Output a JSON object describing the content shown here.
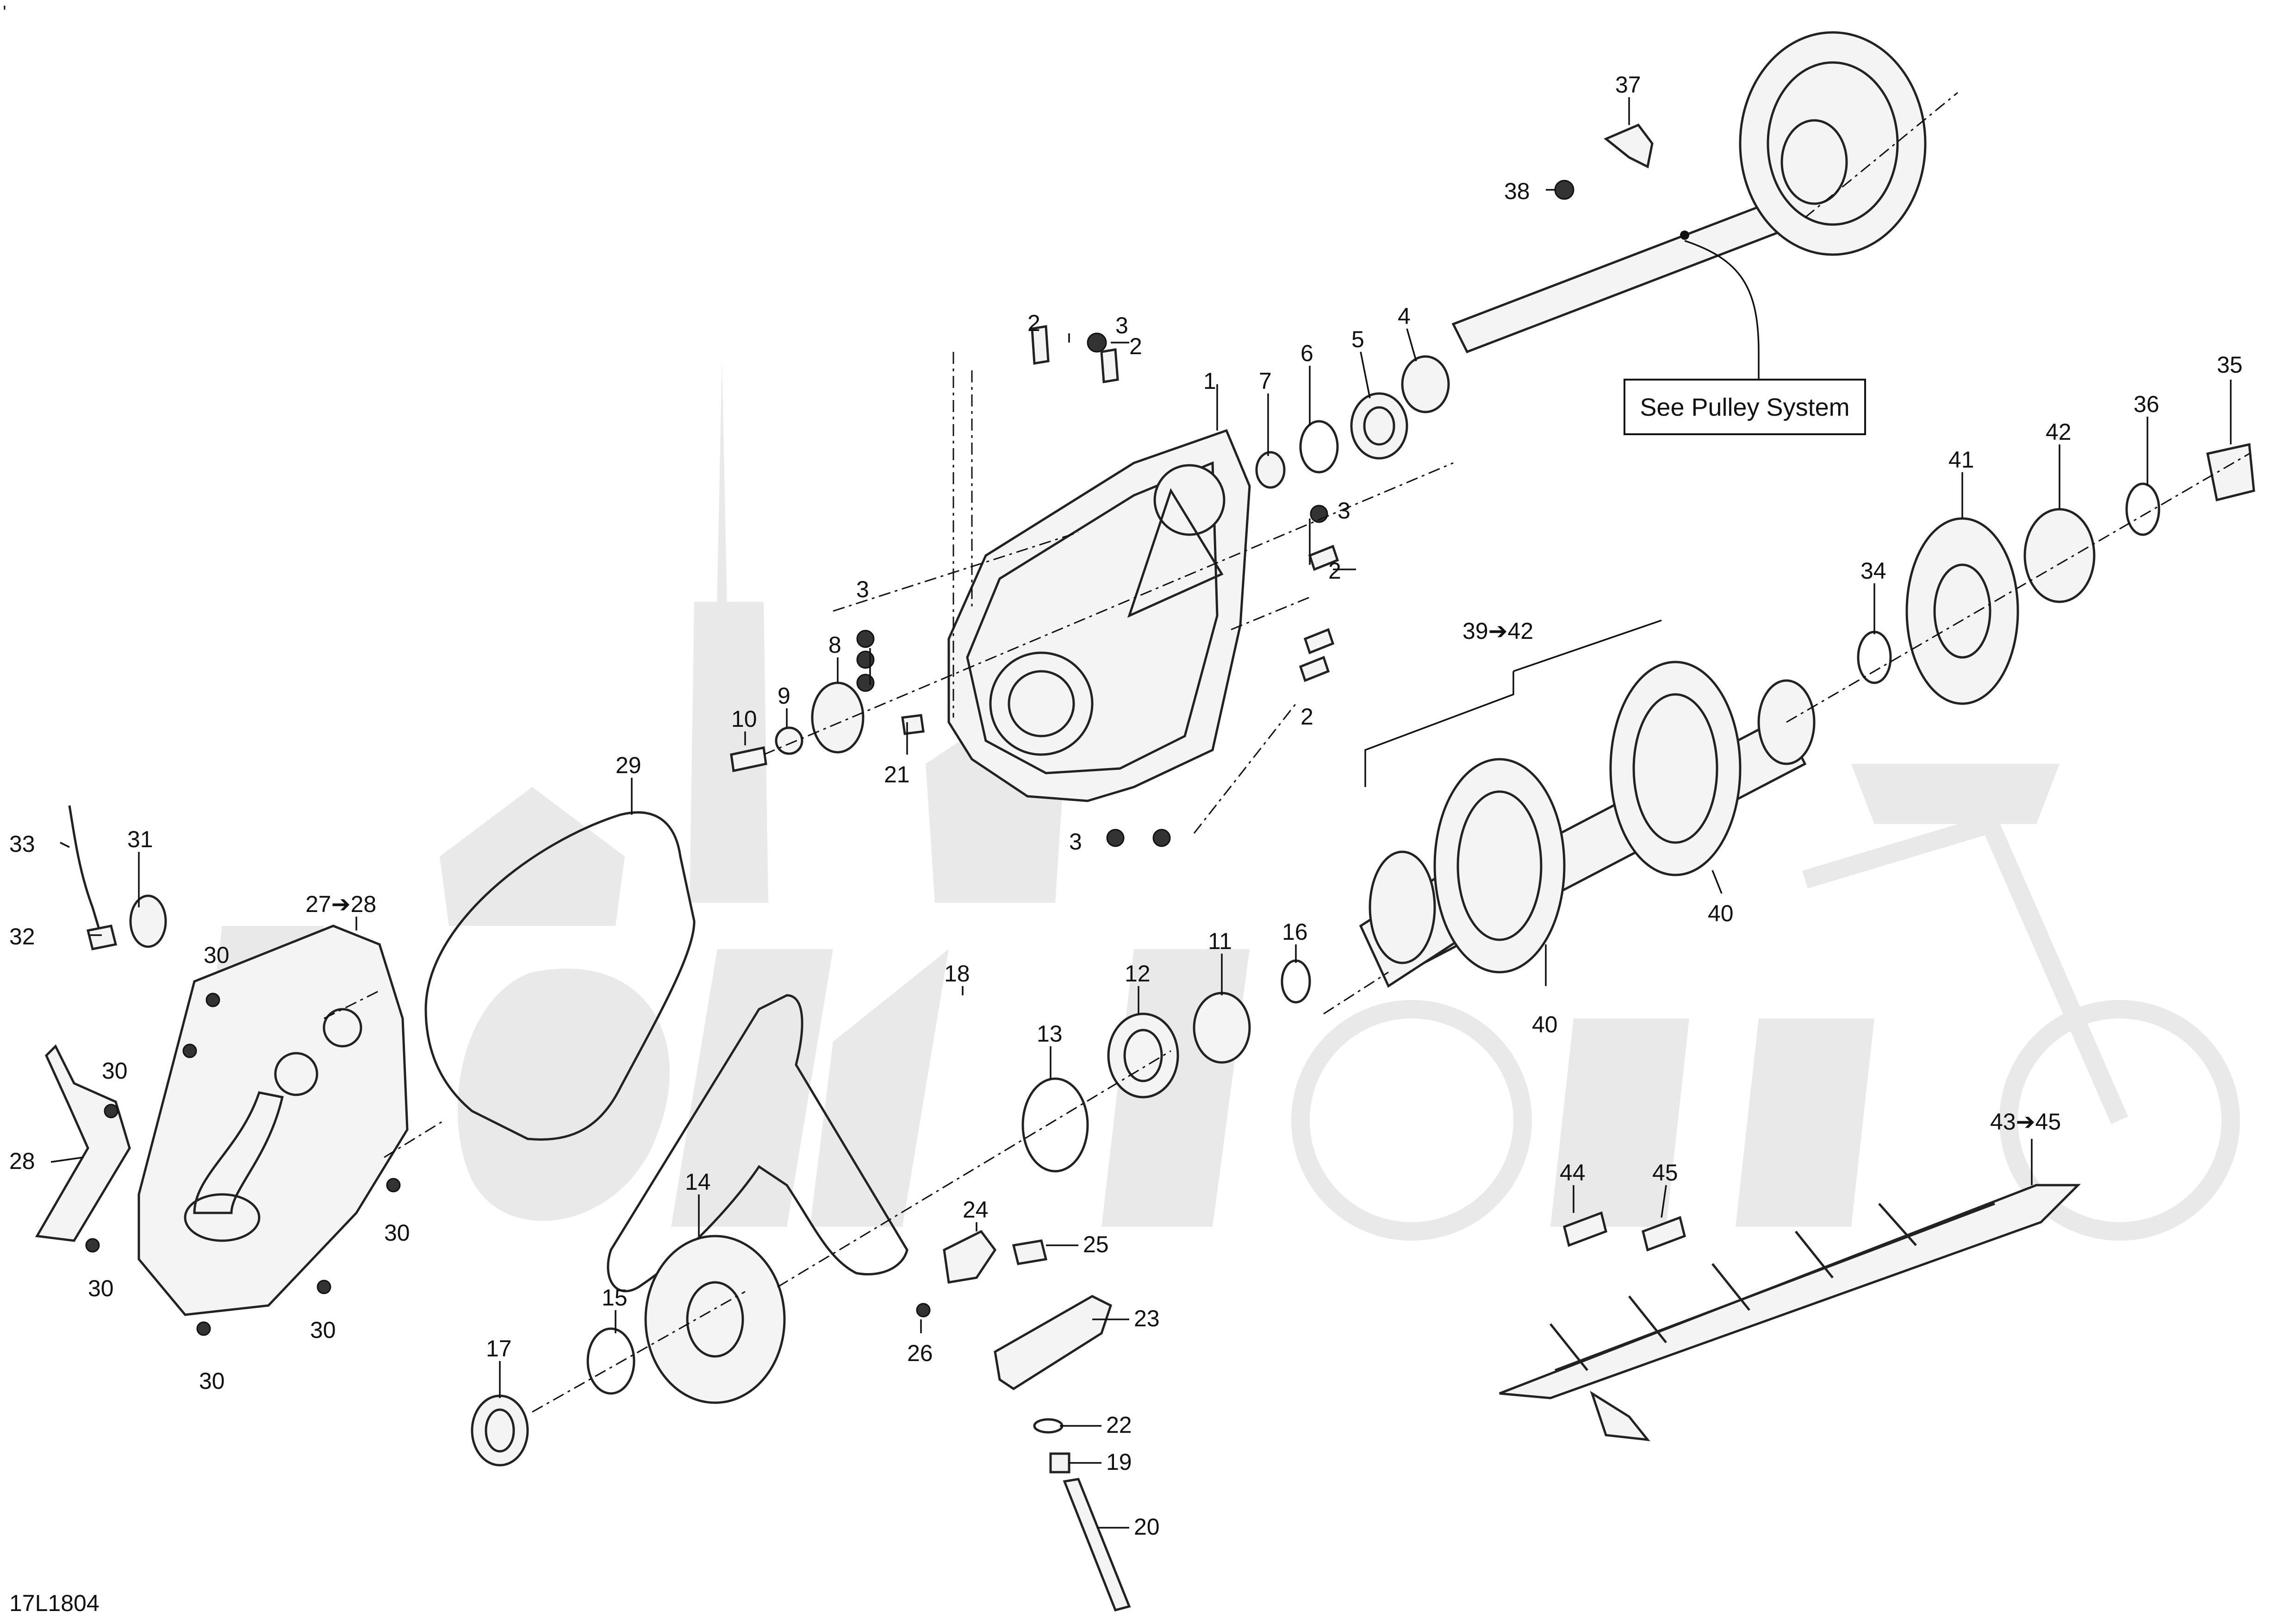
{
  "drawing": {
    "code": "17L1804",
    "corner_mark": "'",
    "reference_box": "See Pulley System"
  },
  "callouts": [
    {
      "id": "c1",
      "label": "1"
    },
    {
      "id": "c2a",
      "label": "2"
    },
    {
      "id": "c2b",
      "label": "2"
    },
    {
      "id": "c2c",
      "label": "2"
    },
    {
      "id": "c2d",
      "label": "2"
    },
    {
      "id": "c3a",
      "label": "3"
    },
    {
      "id": "c3b",
      "label": "3"
    },
    {
      "id": "c3c",
      "label": "3"
    },
    {
      "id": "c3d",
      "label": "3"
    },
    {
      "id": "c4",
      "label": "4"
    },
    {
      "id": "c5",
      "label": "5"
    },
    {
      "id": "c6",
      "label": "6"
    },
    {
      "id": "c7",
      "label": "7"
    },
    {
      "id": "c8",
      "label": "8"
    },
    {
      "id": "c9",
      "label": "9"
    },
    {
      "id": "c10",
      "label": "10"
    },
    {
      "id": "c11",
      "label": "11"
    },
    {
      "id": "c12",
      "label": "12"
    },
    {
      "id": "c13",
      "label": "13"
    },
    {
      "id": "c14",
      "label": "14"
    },
    {
      "id": "c15",
      "label": "15"
    },
    {
      "id": "c16",
      "label": "16"
    },
    {
      "id": "c17",
      "label": "17"
    },
    {
      "id": "c18",
      "label": "18"
    },
    {
      "id": "c19",
      "label": "19"
    },
    {
      "id": "c20",
      "label": "20"
    },
    {
      "id": "c21",
      "label": "21"
    },
    {
      "id": "c22",
      "label": "22"
    },
    {
      "id": "c23",
      "label": "23"
    },
    {
      "id": "c24",
      "label": "24"
    },
    {
      "id": "c25",
      "label": "25"
    },
    {
      "id": "c26",
      "label": "26"
    },
    {
      "id": "c27",
      "label": "27➔28"
    },
    {
      "id": "c28",
      "label": "28"
    },
    {
      "id": "c29",
      "label": "29"
    },
    {
      "id": "c30a",
      "label": "30"
    },
    {
      "id": "c30b",
      "label": "30"
    },
    {
      "id": "c30c",
      "label": "30"
    },
    {
      "id": "c30d",
      "label": "30"
    },
    {
      "id": "c30e",
      "label": "30"
    },
    {
      "id": "c30f",
      "label": "30"
    },
    {
      "id": "c31",
      "label": "31"
    },
    {
      "id": "c32",
      "label": "32"
    },
    {
      "id": "c33",
      "label": "33"
    },
    {
      "id": "c34",
      "label": "34"
    },
    {
      "id": "c35",
      "label": "35"
    },
    {
      "id": "c36",
      "label": "36"
    },
    {
      "id": "c37",
      "label": "37"
    },
    {
      "id": "c38",
      "label": "38"
    },
    {
      "id": "c39",
      "label": "39➔42"
    },
    {
      "id": "c40a",
      "label": "40"
    },
    {
      "id": "c40b",
      "label": "40"
    },
    {
      "id": "c41",
      "label": "41"
    },
    {
      "id": "c42",
      "label": "42"
    },
    {
      "id": "c43",
      "label": "43➔45"
    },
    {
      "id": "c44",
      "label": "44"
    },
    {
      "id": "c45",
      "label": "45"
    }
  ]
}
